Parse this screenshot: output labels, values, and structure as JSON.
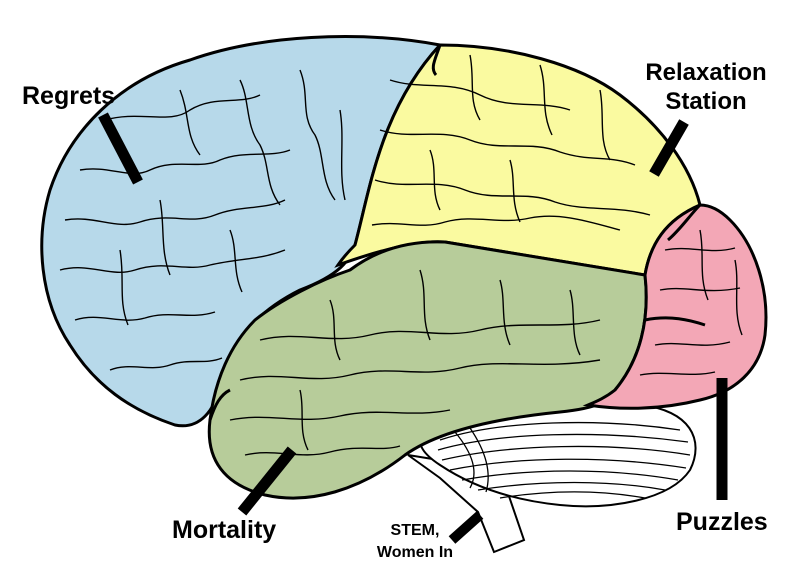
{
  "labels": {
    "regrets": "Regrets",
    "relaxation_line1": "Relaxation",
    "relaxation_line2": "Station",
    "mortality": "Mortality",
    "puzzles": "Puzzles",
    "stem_line1": "STEM,",
    "stem_line2": "Women In"
  },
  "colors": {
    "frontal_lobe": "#b7d9ea",
    "parietal_lobe": "#fafaa0",
    "temporal_lobe": "#b7cc9a",
    "occipital_lobe": "#f3a7b6",
    "cerebellum": "#ffffff",
    "outline": "#000000"
  }
}
